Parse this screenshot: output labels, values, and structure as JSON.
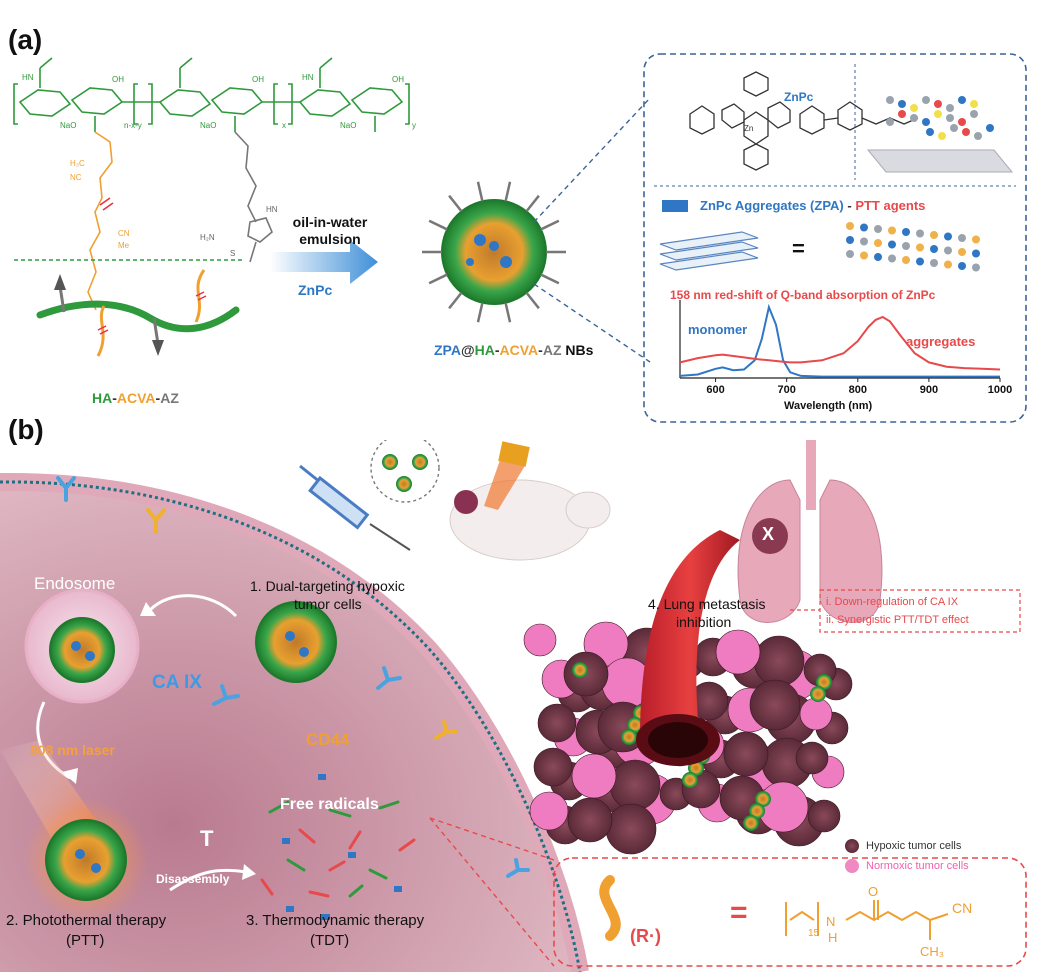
{
  "panel_a": {
    "label": "(a)",
    "polymer_name": {
      "ha": "HA",
      "dash1": "-",
      "acva": "ACVA",
      "dash2": "-",
      "az": "AZ"
    },
    "arrow_top": "oil-in-water",
    "arrow_mid": "emulsion",
    "arrow_bottom": "ZnPc",
    "nb_name": {
      "zpa": "ZPA",
      "at": "@",
      "ha": "HA",
      "d1": "-",
      "acva": "ACVA",
      "d2": "-",
      "az": "AZ",
      "nbs": " NBs"
    },
    "inset": {
      "znpc_label": "ZnPc",
      "zpa_label": "ZnPc Aggregates (ZPA)",
      "zpa_dash": " - ",
      "ptt_label": "PTT agents",
      "equals": "=",
      "shift_text": "158 nm red-shift of Q-band absorption of ZnPc",
      "monomer": "monomer",
      "aggregates": "aggregates",
      "xlabel": "Wavelength (nm)"
    },
    "chem": {
      "nao1": "NaO",
      "nao2": "NaO",
      "nao3": "NaO",
      "hn1": "HN",
      "hn2": "HN",
      "nx": "n-x-y",
      "x": "x",
      "y": "y",
      "h3c": "H₃C",
      "nc": "NC",
      "cn": "CN",
      "me": "Me",
      "nh2": "H₂N",
      "zn": "Zn",
      "oh": "OH",
      "o": "O",
      "n": "N",
      "s": "S",
      "h": "H"
    }
  },
  "chart_data": {
    "type": "line",
    "x": [
      550,
      575,
      600,
      610,
      625,
      640,
      655,
      665,
      675,
      685,
      695,
      705,
      720,
      750,
      780,
      800,
      815,
      825,
      835,
      845,
      860,
      880,
      900,
      925,
      950,
      975,
      1000
    ],
    "series": [
      {
        "name": "monomer",
        "values": [
          0.03,
          0.05,
          0.13,
          0.15,
          0.11,
          0.12,
          0.25,
          0.55,
          1.0,
          0.75,
          0.25,
          0.08,
          0.03,
          0.02,
          0.02,
          0.02,
          0.02,
          0.02,
          0.02,
          0.02,
          0.02,
          0.02,
          0.02,
          0.02,
          0.02,
          0.02,
          0.02
        ]
      },
      {
        "name": "aggregates",
        "values": [
          0.22,
          0.28,
          0.32,
          0.33,
          0.31,
          0.29,
          0.27,
          0.26,
          0.25,
          0.24,
          0.23,
          0.22,
          0.22,
          0.25,
          0.35,
          0.52,
          0.72,
          0.82,
          0.86,
          0.8,
          0.6,
          0.35,
          0.22,
          0.16,
          0.14,
          0.13,
          0.12
        ]
      }
    ],
    "xlabel": "Wavelength (nm)",
    "xticks": [
      600,
      700,
      800,
      900,
      1000
    ],
    "xlim": [
      550,
      1000
    ],
    "ylim": [
      0,
      1.1
    ],
    "colors": {
      "monomer": "#2f77c4",
      "aggregates": "#e8494a"
    }
  },
  "panel_b": {
    "label": "(b)",
    "endosome": "Endosome",
    "caix": "CA IX",
    "cd44": "CD44",
    "laser": "808 nm laser",
    "free_radicals": "Free radicals",
    "t_up": "T",
    "disassembly": "Disassembly",
    "step1_a": "1. Dual-targeting hypoxic",
    "step1_b": "tumor cells",
    "step2_a": "2. Photothermal therapy",
    "step2_b": "(PTT)",
    "step3_a": "3. Thermodynamic therapy",
    "step3_b": "(TDT)",
    "step4_a": "4. Lung metastasis",
    "step4_b": "inhibition",
    "effect1": "i.  Down-regulation of CA IX",
    "effect2": "ii.  Synergistic PTT/TDT effect",
    "legend_hypoxic": "Hypoxic tumor cells",
    "legend_normoxic": "Normoxic tumor cells",
    "lung_x": "X",
    "radical_label": "(R·)",
    "radical_equals": "=",
    "radical_chem": {
      "sub15": "15",
      "n": "N",
      "h": "H",
      "o": "O",
      "cn": "CN",
      "ch3": "CH₃"
    }
  },
  "colors": {
    "green": "#2e9a3c",
    "orange": "#f0a030",
    "gray": "#777777",
    "blue": "#2f77c4",
    "red": "#e8494a",
    "dark_blue_dash": "#3c6496"
  }
}
